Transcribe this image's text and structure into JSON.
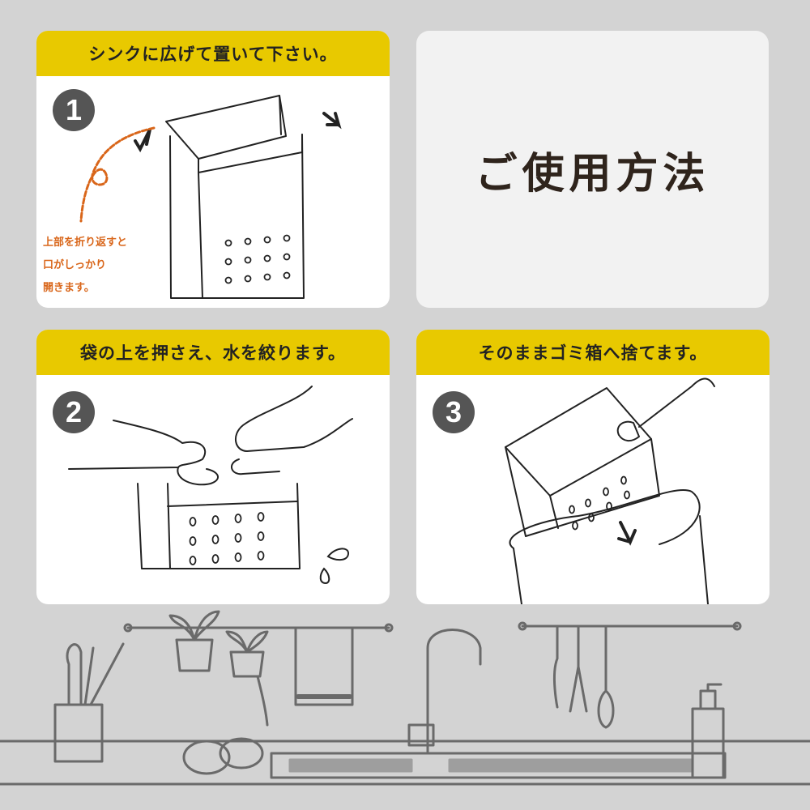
{
  "title": "ご使用方法",
  "steps": [
    {
      "number": "1",
      "header": "シンクに広げて置いて下さい。",
      "note_lines": [
        "上部を折り返すと",
        "口がしっかり",
        "開きます。"
      ]
    },
    {
      "number": "2",
      "header": "袋の上を押さえ、水を絞ります。"
    },
    {
      "number": "3",
      "header": "そのままゴミ箱へ捨てます。"
    }
  ],
  "colors": {
    "accent": "#e8c900",
    "note": "#d9661a",
    "background": "#d3d3d3",
    "title": "#2f241c"
  }
}
